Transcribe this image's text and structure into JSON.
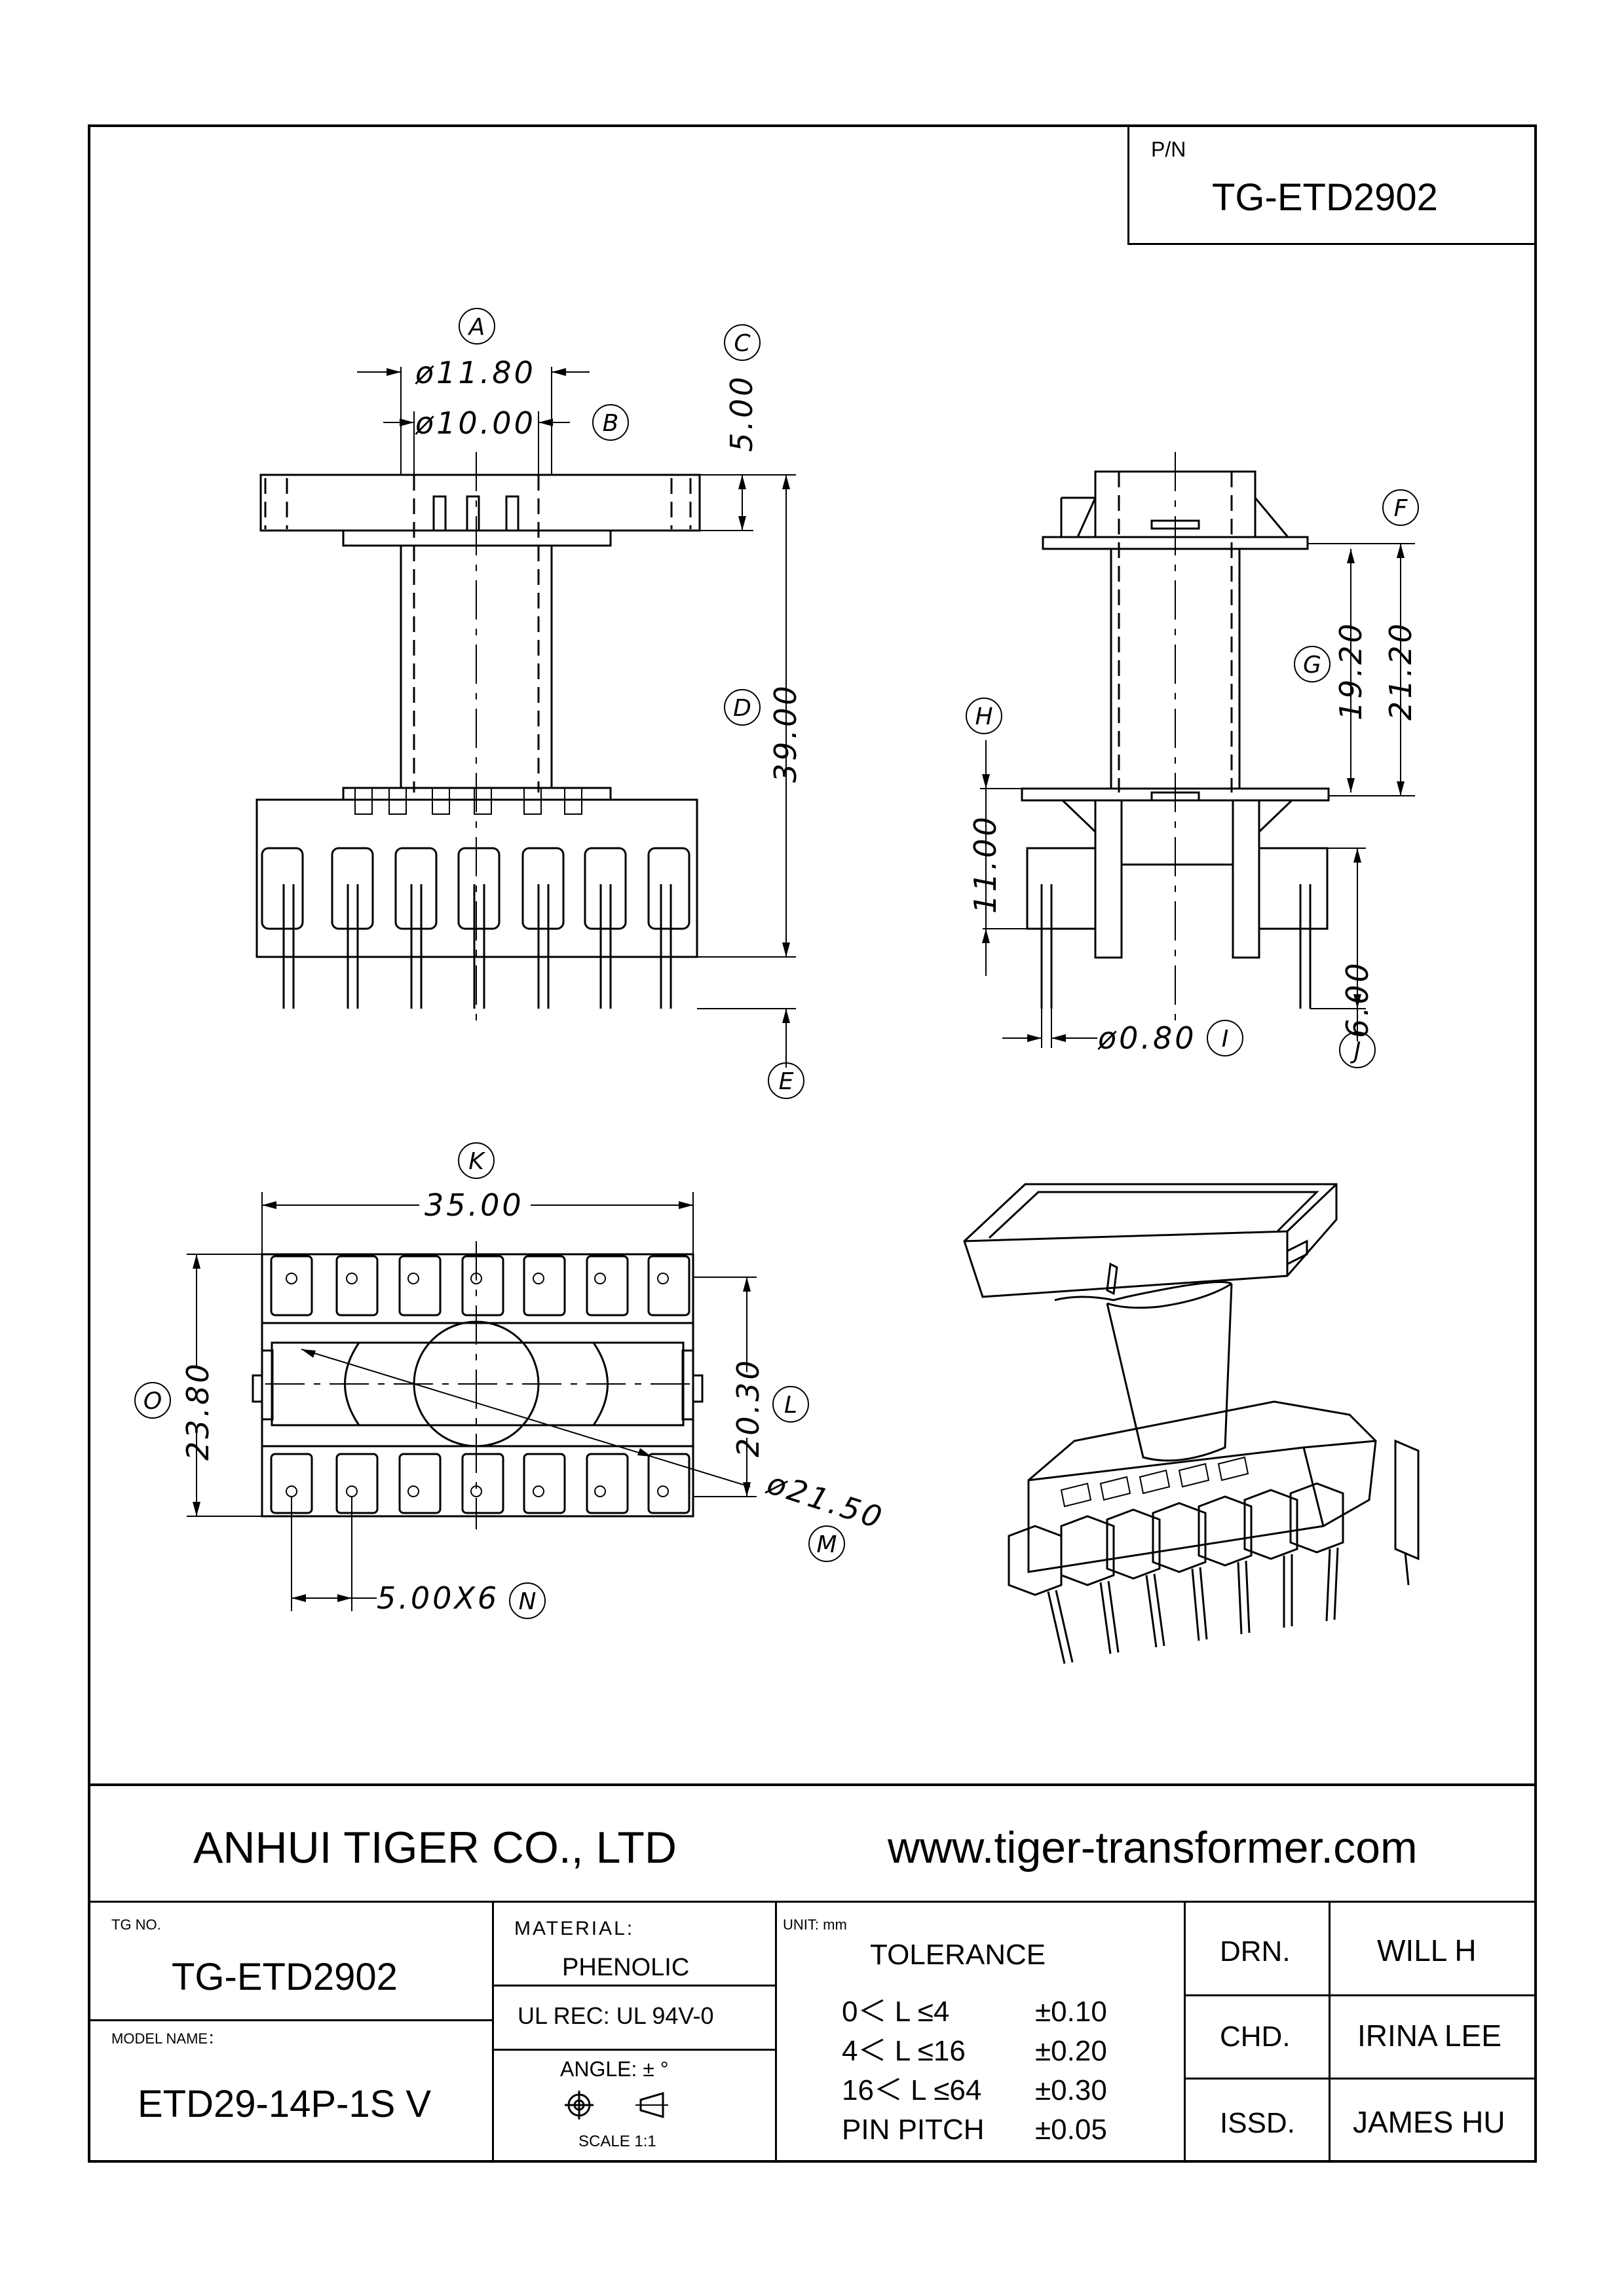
{
  "pn": {
    "label": "P/N",
    "value": "TG-ETD2902"
  },
  "dims": {
    "A": "A",
    "B": "B",
    "C": "C",
    "D": "D",
    "E": "E",
    "F": "F",
    "G": "G",
    "H": "H",
    "I": "I",
    "J": "J",
    "K": "K",
    "L": "L",
    "M": "M",
    "N": "N",
    "O": "O",
    "a_val": "ø11.80",
    "b_val": "ø10.00",
    "c_val": "5.00",
    "d_val": "39.00",
    "f_val": "21.20",
    "g_val": "19.20",
    "h_val": "11.00",
    "i_val": "ø0.80",
    "j_val": "6.00",
    "k_val": "35.00",
    "l_val": "20.30",
    "m_val": "ø21.50",
    "n_val": "5.00X6",
    "o_val": "23.80"
  },
  "footer": {
    "company": "ANHUI TIGER CO., LTD",
    "website": "www.tiger-transformer.com",
    "tg_no_label": "TG NO.",
    "tg_no": "TG-ETD2902",
    "model_label": "MODEL NAME：",
    "model": "ETD29-14P-1S V",
    "material_label": "MATERIAL:",
    "material": "PHENOLIC",
    "ul_rec": "UL REC:  UL 94V-0",
    "angle": "ANGLE:   ±  °",
    "scale": "SCALE  1:1",
    "unit": "UNIT:  mm",
    "tolerance_title": "TOLERANCE",
    "tolerance": [
      {
        "range": "0＜ L ≤4",
        "value": "±0.10"
      },
      {
        "range": "4＜ L ≤16",
        "value": "±0.20"
      },
      {
        "range": "16＜ L ≤64",
        "value": "±0.30"
      },
      {
        "range": "PIN PITCH",
        "value": "±0.05"
      }
    ],
    "drn_label": "DRN.",
    "drn": "WILL H",
    "chd_label": "CHD.",
    "chd": "IRINA LEE",
    "issd_label": "ISSD.",
    "issd": "JAMES HU"
  }
}
